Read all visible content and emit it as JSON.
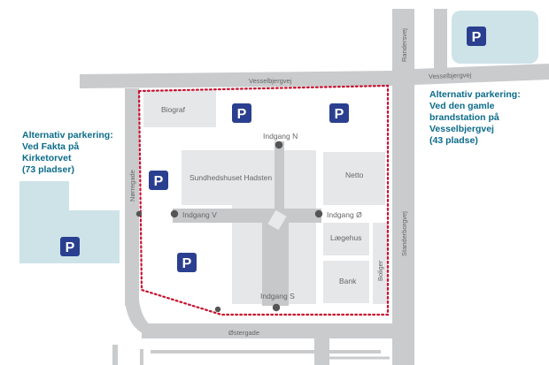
{
  "streets": {
    "vesselbjergvej_top": "Vesselbjergvej",
    "vesselbjergvej_right": "Vesselbjergvej",
    "randersvej": "Randersvej",
    "standerborgvej": "Standerborgvej",
    "norregade": "Nørregade",
    "ostergade": "Østergade"
  },
  "buildings": {
    "biograf": "Biograf",
    "sundhedshuset": "Sundhedshuset Hadsten",
    "netto": "Netto",
    "laegehus": "Lægehus",
    "bank": "Bank",
    "boliger": "Boliger"
  },
  "entrances": {
    "north": "Indgang N",
    "west": "Indgang V",
    "east": "Indgang Ø",
    "south": "Indgang S"
  },
  "parking_symbol": "P",
  "callouts": {
    "left": {
      "lines": [
        "Alternativ parkering:",
        "Ved Fakta på",
        "Kirketorvet",
        "(73 pladser)"
      ]
    },
    "right": {
      "lines": [
        "Alternativ parkering:",
        "Ved den gamle",
        "brandstation på",
        "Vesselbjergvej",
        "(43 pladse)"
      ]
    }
  },
  "colors": {
    "road": "#c9cbcd",
    "building": "#e6e7e8",
    "parking_area": "#cde3e8",
    "parking_sign": "#2a3f8f",
    "boundary": "#c8102e",
    "callout_text": "#0b6b8a"
  }
}
